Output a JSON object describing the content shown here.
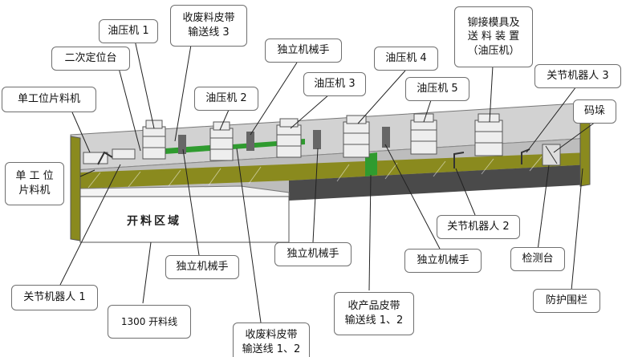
{
  "labels": {
    "press_1": "油压机 1",
    "waste_belt_3": "收废料皮带\n输送线 3",
    "riveting_die": "铆接模具及\n送 料 装 置\n（油压机）",
    "secondary_positioning": "二次定位台",
    "robot_arm_top": "独立机械手",
    "press_4": "油压机 4",
    "press_3": "油压机 3",
    "press_5": "油压机 5",
    "joint_robot_3": "关节机器人 3",
    "single_station_feeder_top": "单工位片料机",
    "press_2": "油压机 2",
    "stacking": "码垛",
    "single_station_feeder_left": "单 工 位\n片料机",
    "joint_robot_2": "关节机器人 2",
    "robot_arm_mid": "独立机械手",
    "robot_arm_bottom_1": "独立机械手",
    "robot_arm_bottom_2": "独立机械手",
    "inspection_table": "检测台",
    "joint_robot_1": "关节机器人 1",
    "product_belt": "收产品皮带\n输送线 1、2",
    "guard_fence": "防护围栏",
    "cut_line": "1300 开料线",
    "waste_belt_12": "收废料皮带\n输送线 1、2"
  },
  "zone_label": "开料区域",
  "colors": {
    "platform_top": "#c9c9c9",
    "platform_side": "#f2f2f2",
    "olive_band": "#8a8a1e",
    "fence_dark": "#4a4a4a",
    "conveyor_green": "#2f9b2f",
    "machine_body": "#eeeeee",
    "machine_line": "#555555"
  }
}
